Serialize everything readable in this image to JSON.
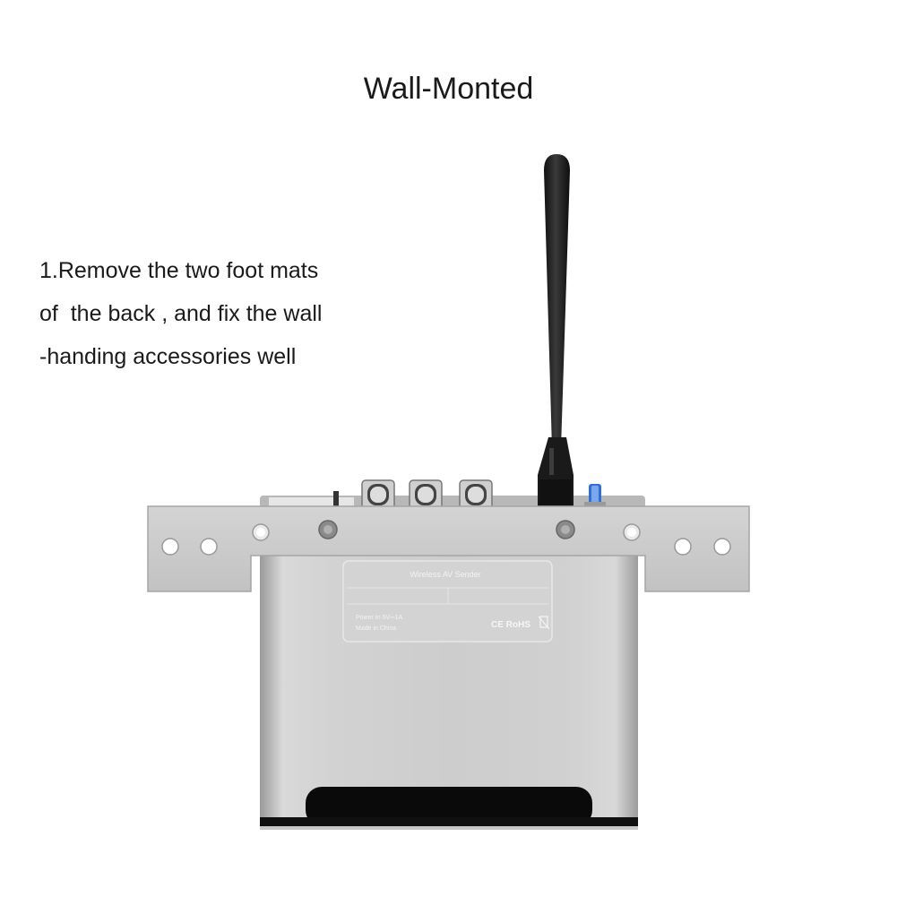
{
  "title": "Wall-Monted",
  "instruction": {
    "line1": "1.Remove the two foot mats",
    "line2": "of  the back , and fix the wall",
    "line3": "-handing accessories well"
  },
  "device_label": {
    "product": "Wireless AV Sender",
    "power": "Power In 5V⎓1A",
    "origin": "Made in China",
    "marks": "CE RoHS"
  }
}
